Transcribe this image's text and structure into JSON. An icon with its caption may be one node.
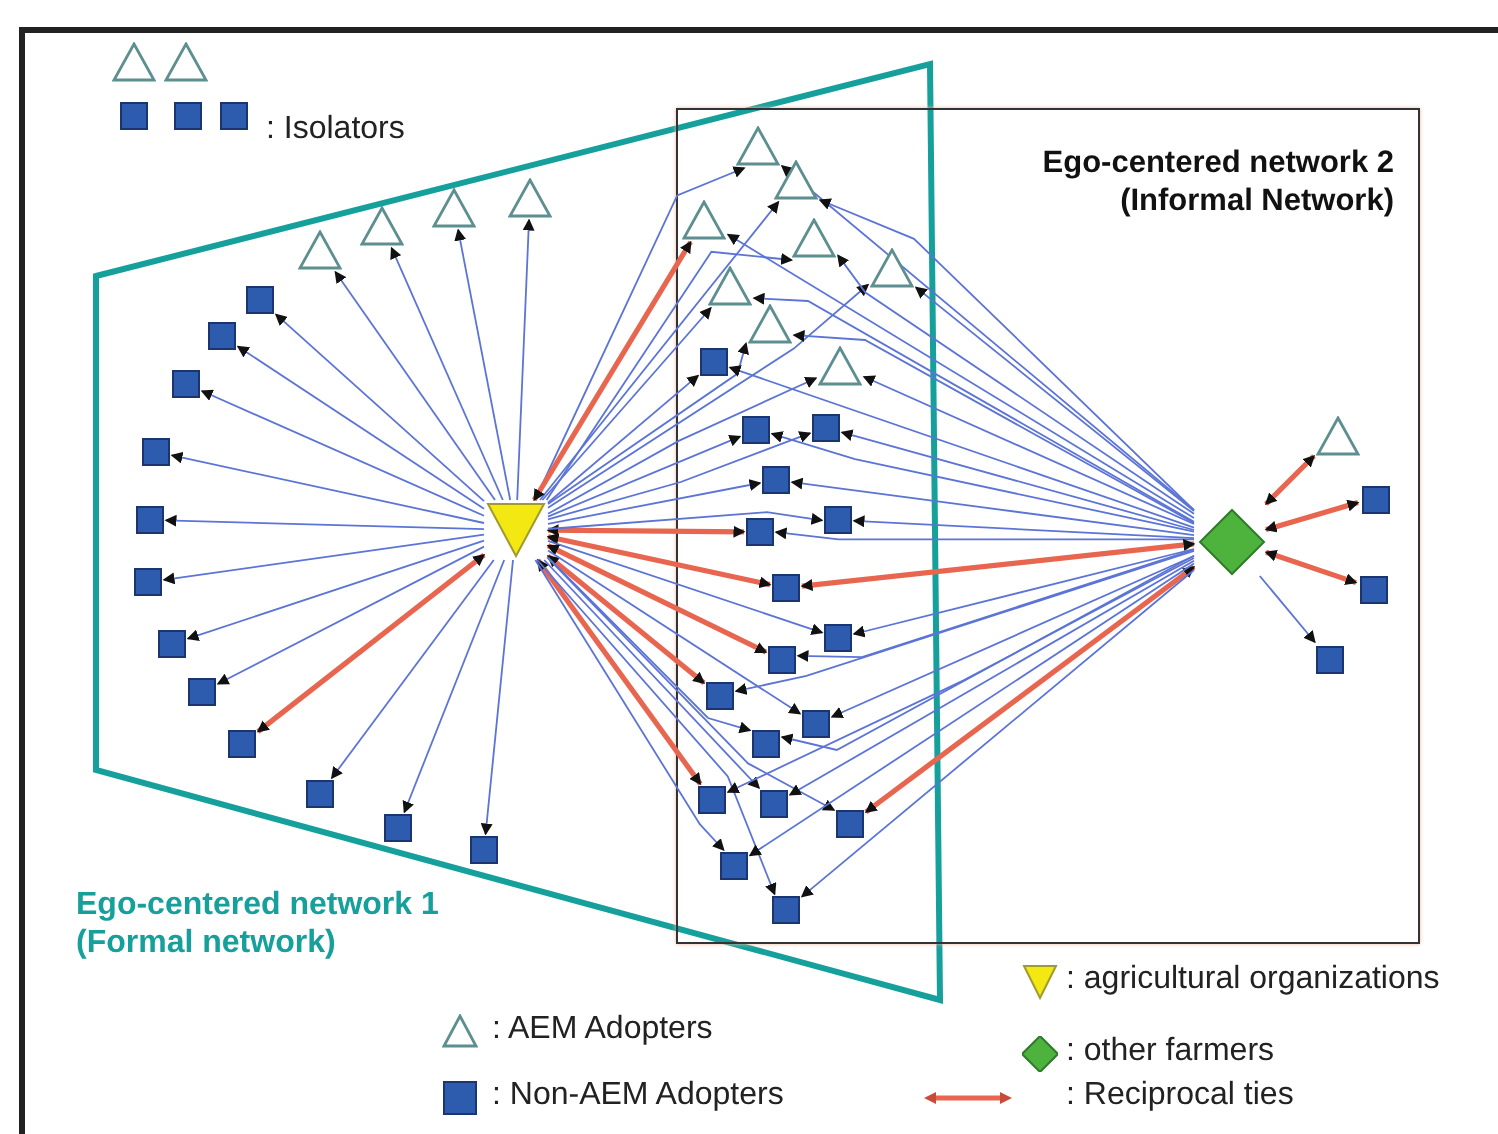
{
  "diagram": {
    "nodes": [
      {
        "text": [
          "Ego-centered network 1 (Formal network)"
        ]
      },
      {
        "text": [
          "Ego-centered network 2 (Informal Network)"
        ]
      },
      {
        "text": [],
        "shape": "triangle"
      },
      {
        "text": [],
        "shape": "triangle"
      },
      {
        "text": [],
        "shape": "box"
      },
      {
        "text": [],
        "shape": "box"
      },
      {
        "text": [],
        "shape": "box"
      },
      {
        "text": [],
        "shape": "triangle",
        "in": 0
      },
      {
        "text": [],
        "shape": "triangle",
        "in": 0
      },
      {
        "text": [],
        "shape": "triangle",
        "in": 0
      },
      {
        "text": [],
        "shape": "triangle",
        "in": 0
      },
      {
        "text": [],
        "shape": "triangle",
        "in": 0
      },
      {
        "text": [],
        "shape": "box",
        "in": 0
      },
      {
        "text": [],
        "shape": "box",
        "in": 0
      },
      {
        "text": [],
        "shape": "box",
        "in": 0
      },
      {
        "text": [],
        "shape": "box",
        "in": 0
      },
      {
        "text": [],
        "shape": "box",
        "in": 0
      },
      {
        "text": [],
        "shape": "box",
        "in": 0
      },
      {
        "text": [],
        "shape": "box",
        "in": 0
      },
      {
        "text": [],
        "shape": "box",
        "in": 0
      },
      {
        "text": [],
        "shape": "box",
        "in": 0
      },
      {
        "text": [],
        "shape": "box",
        "in": 0
      },
      {
        "text": [],
        "shape": "box",
        "in": 0
      },
      {
        "text": [],
        "shape": "box",
        "in": 0
      },
      {
        "text": [],
        "shape": "triangle"
      },
      {
        "text": [],
        "shape": "triangle"
      },
      {
        "text": [],
        "shape": "triangle"
      },
      {
        "text": [],
        "shape": "triangle"
      },
      {
        "text": [],
        "shape": "triangle"
      },
      {
        "text": [],
        "shape": "triangle"
      },
      {
        "text": [],
        "shape": "triangle"
      },
      {
        "text": [],
        "shape": "triangle"
      },
      {
        "text": [],
        "shape": "box"
      },
      {
        "text": [],
        "shape": "box"
      },
      {
        "text": [],
        "shape": "box"
      },
      {
        "text": [],
        "shape": "box"
      },
      {
        "text": [],
        "shape": "box"
      },
      {
        "text": [],
        "shape": "box"
      },
      {
        "text": [],
        "shape": "box"
      },
      {
        "text": [],
        "shape": "box"
      },
      {
        "text": [],
        "shape": "box"
      },
      {
        "text": [],
        "shape": "box"
      },
      {
        "text": [],
        "shape": "box"
      },
      {
        "text": [],
        "shape": "box"
      },
      {
        "text": [],
        "shape": "box"
      },
      {
        "text": [],
        "shape": "box"
      },
      {
        "text": [],
        "shape": "box"
      },
      {
        "text": [],
        "shape": "box"
      },
      {
        "text": [],
        "shape": "box"
      },
      {
        "text": [],
        "shape": "diamond",
        "in": 1
      },
      {
        "text": [],
        "shape": "triangle",
        "in": 1
      },
      {
        "text": [],
        "shape": "box",
        "in": 1
      },
      {
        "text": [],
        "shape": "box",
        "in": 1
      },
      {
        "text": [],
        "shape": "box",
        "in": 1
      }
    ],
    "edges": [
      {
        "from": 7,
        "to": 8,
        "arrow": "to"
      },
      {
        "from": 7,
        "to": 9,
        "arrow": "to"
      },
      {
        "from": 7,
        "to": 10,
        "arrow": "to"
      },
      {
        "from": 7,
        "to": 11,
        "arrow": "to"
      },
      {
        "from": 7,
        "to": 12,
        "arrow": "to"
      },
      {
        "from": 7,
        "to": 13,
        "arrow": "to"
      },
      {
        "from": 7,
        "to": 14,
        "arrow": "to"
      },
      {
        "from": 7,
        "to": 15,
        "arrow": "to"
      },
      {
        "from": 7,
        "to": 16,
        "arrow": "to"
      },
      {
        "from": 7,
        "to": 17,
        "arrow": "to"
      },
      {
        "from": 7,
        "to": 18,
        "arrow": "to"
      },
      {
        "from": 7,
        "to": 19,
        "arrow": "to"
      },
      {
        "from": 7,
        "to": 20,
        "arrow": "both",
        "style": "thick",
        "color": "#e8664f"
      },
      {
        "from": 7,
        "to": 21,
        "arrow": "to"
      },
      {
        "from": 7,
        "to": 22,
        "arrow": "to"
      },
      {
        "from": 7,
        "to": 23,
        "arrow": "to"
      },
      {
        "from": 7,
        "to": 24,
        "arrow": "to"
      },
      {
        "from": 7,
        "to": 25,
        "arrow": "to"
      },
      {
        "from": 7,
        "to": 26,
        "arrow": "both",
        "style": "thick",
        "color": "#e8664f"
      },
      {
        "from": 7,
        "to": 27,
        "arrow": "to"
      },
      {
        "from": 7,
        "to": 28,
        "arrow": "to"
      },
      {
        "from": 7,
        "to": 29,
        "arrow": "to"
      },
      {
        "from": 7,
        "to": 30,
        "arrow": "to"
      },
      {
        "from": 7,
        "to": 31,
        "arrow": "to"
      },
      {
        "from": 7,
        "to": 32,
        "arrow": "to"
      },
      {
        "from": 7,
        "to": 33,
        "arrow": "to"
      },
      {
        "from": 7,
        "to": 34,
        "arrow": "to"
      },
      {
        "from": 7,
        "to": 35,
        "arrow": "to"
      },
      {
        "from": 7,
        "to": 36,
        "arrow": "both",
        "style": "thick",
        "color": "#e8664f"
      },
      {
        "from": 7,
        "to": 37,
        "arrow": "to"
      },
      {
        "from": 7,
        "to": 38,
        "arrow": "both",
        "style": "thick",
        "color": "#e8664f"
      },
      {
        "from": 7,
        "to": 39,
        "arrow": "to"
      },
      {
        "from": 7,
        "to": 40,
        "arrow": "both",
        "style": "thick",
        "color": "#e8664f"
      },
      {
        "from": 7,
        "to": 41,
        "arrow": "both",
        "style": "thick",
        "color": "#e8664f"
      },
      {
        "from": 7,
        "to": 42,
        "arrow": "to"
      },
      {
        "from": 7,
        "to": 43,
        "arrow": "to"
      },
      {
        "from": 7,
        "to": 44,
        "arrow": "both",
        "style": "thick",
        "color": "#e8664f"
      },
      {
        "from": 7,
        "to": 45,
        "arrow": "to"
      },
      {
        "from": 7,
        "to": 46,
        "arrow": "to"
      },
      {
        "from": 7,
        "to": 47,
        "arrow": "to"
      },
      {
        "from": 7,
        "to": 48,
        "arrow": "to"
      },
      {
        "from": 49,
        "to": 24,
        "arrow": "to"
      },
      {
        "from": 49,
        "to": 25,
        "arrow": "to"
      },
      {
        "from": 49,
        "to": 26,
        "arrow": "to"
      },
      {
        "from": 49,
        "to": 27,
        "arrow": "to"
      },
      {
        "from": 49,
        "to": 28,
        "arrow": "to"
      },
      {
        "from": 49,
        "to": 29,
        "arrow": "to"
      },
      {
        "from": 49,
        "to": 30,
        "arrow": "to"
      },
      {
        "from": 49,
        "to": 31,
        "arrow": "to"
      },
      {
        "from": 49,
        "to": 32,
        "arrow": "to"
      },
      {
        "from": 49,
        "to": 33,
        "arrow": "to"
      },
      {
        "from": 49,
        "to": 34,
        "arrow": "to"
      },
      {
        "from": 49,
        "to": 35,
        "arrow": "to"
      },
      {
        "from": 49,
        "to": 36,
        "arrow": "to"
      },
      {
        "from": 49,
        "to": 37,
        "arrow": "to"
      },
      {
        "from": 49,
        "to": 38,
        "arrow": "both",
        "style": "thick",
        "color": "#e8664f"
      },
      {
        "from": 49,
        "to": 39,
        "arrow": "to"
      },
      {
        "from": 49,
        "to": 40,
        "arrow": "to"
      },
      {
        "from": 49,
        "to": 41,
        "arrow": "to"
      },
      {
        "from": 49,
        "to": 42,
        "arrow": "to"
      },
      {
        "from": 49,
        "to": 43,
        "arrow": "to"
      },
      {
        "from": 49,
        "to": 44,
        "arrow": "to"
      },
      {
        "from": 49,
        "to": 45,
        "arrow": "to"
      },
      {
        "from": 49,
        "to": 46,
        "arrow": "both",
        "style": "thick",
        "color": "#e8664f"
      },
      {
        "from": 49,
        "to": 47,
        "arrow": "to"
      },
      {
        "from": 49,
        "to": 48,
        "arrow": "to"
      },
      {
        "from": 49,
        "to": 50,
        "arrow": "both",
        "style": "thick",
        "color": "#e8664f"
      },
      {
        "from": 49,
        "to": 51,
        "arrow": "both",
        "style": "thick",
        "color": "#e8664f"
      },
      {
        "from": 49,
        "to": 52,
        "arrow": "both",
        "style": "thick",
        "color": "#e8664f"
      },
      {
        "from": 49,
        "to": 53,
        "arrow": "to"
      }
    ],
    "labels": [
      ": Isolators"
    ],
    "legend": [
      {
        "text": ": agricultural organizations"
      },
      {
        "text": ": AEM Adopters"
      },
      {
        "text": ": other farmers"
      },
      {
        "text": ": Non-AEM Adopters"
      },
      {
        "text": ": Reciprocal ties"
      }
    ]
  }
}
